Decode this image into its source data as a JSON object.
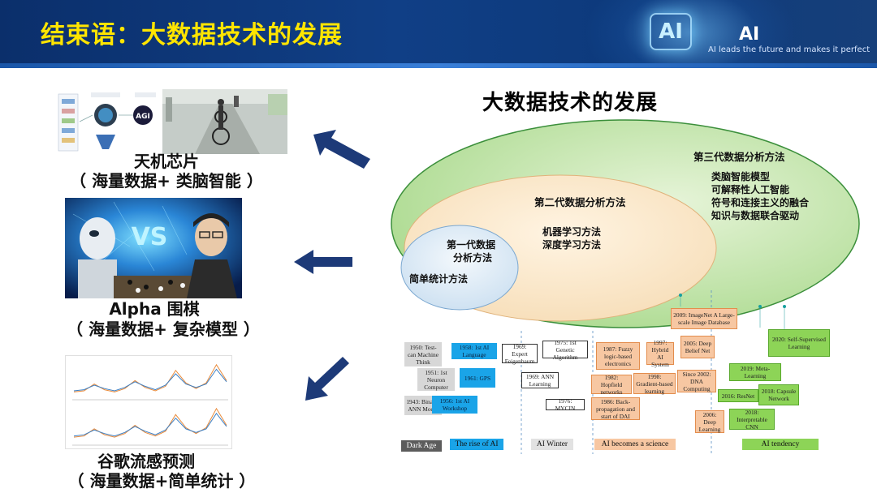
{
  "header": {
    "title": "结束语：大数据技术的发展",
    "logo_text": "AI",
    "tagline": "AI leads the future and makes it perfect",
    "logo_glyph": "AI"
  },
  "left_panels": [
    {
      "caption_line1": "天机芯片",
      "caption_line2": "（ 海量数据+ 类脑智能 ）"
    },
    {
      "caption_line1": "Alpha 围棋",
      "caption_line2": "（ 海量数据+ 复杂模型 ）"
    },
    {
      "caption_line1": "谷歌流感预测",
      "caption_line2": "（ 海量数据+简单统计 ）"
    }
  ],
  "chip_figure": {
    "agi_label": "AGI"
  },
  "alpha_image": {
    "vs_label": "VS"
  },
  "flu_chart": {
    "chart_data": {
      "type": "line",
      "series": [
        {
          "name": "",
          "values": [
            0.4,
            0.5,
            1.1,
            0.6,
            0.4,
            0.7,
            1.4,
            0.8,
            0.5,
            0.9,
            2.3,
            1.2,
            0.7,
            1.2,
            2.8,
            1.4
          ]
        },
        {
          "name": "",
          "values": [
            0.5,
            0.6,
            1.0,
            0.7,
            0.5,
            0.8,
            1.3,
            0.9,
            0.6,
            1.0,
            2.0,
            1.1,
            0.8,
            1.1,
            2.4,
            1.3
          ]
        }
      ]
    }
  },
  "diagram": {
    "title": "大数据技术的发展",
    "gen3_title": "第三代数据分析方法",
    "gen3_items": [
      "类脑智能模型",
      "可解释性人工智能",
      "符号和连接主义的融合",
      "知识与数据联合驱动"
    ],
    "gen2_title": "第二代数据分析方法",
    "gen2_items": [
      "机器学习方法",
      "深度学习方法"
    ],
    "gen1_title_l1": "第一代数据",
    "gen1_title_l2": "分析方法",
    "gen1_items": [
      "简单统计方法"
    ],
    "colors": {
      "outer_fill": "#b9e0a8",
      "mid_fill": "#fbe7c8",
      "inner_fill": "#dbeaf7",
      "outer_stroke": "#3b8f3b"
    }
  },
  "timeline": {
    "events": [
      {
        "label": "1950: Test-can Machine Think"
      },
      {
        "label": "1951: 1st Neuron Computer"
      },
      {
        "label": "1943: Binary-ANN Model"
      },
      {
        "label": "1958: 1st AI Language"
      },
      {
        "label": "1961: GPS"
      },
      {
        "label": "1956: 1st AI Workshop"
      },
      {
        "label": "1969: Expert Feigenbaum"
      },
      {
        "label": "1975: 1st Genetic Algorithm"
      },
      {
        "label": "1969: ANN Learning"
      },
      {
        "label": "1976: MYCIN"
      },
      {
        "label": "1987: Fuzzy logic-based electronics"
      },
      {
        "label": "1997: Hybrid AI System"
      },
      {
        "label": "1982: Hopfield networks"
      },
      {
        "label": "1998: Gradient-based learning"
      },
      {
        "label": "1986: Back-propagation and start of DAI"
      },
      {
        "label": "2009: ImageNet A Large-scale Image Database"
      },
      {
        "label": "2005: Deep Belief Net"
      },
      {
        "label": "Since 2002: DNA Computing"
      },
      {
        "label": "2006: Deep Learning"
      },
      {
        "label": "2020: Self-Supervised Learning"
      },
      {
        "label": "2019: Meta-Learning"
      },
      {
        "label": "2016: ResNet"
      },
      {
        "label": "2018: Capsule Network"
      },
      {
        "label": "2018: Interpretable CNN"
      }
    ],
    "eras": [
      "Dark Age",
      "The rise of AI",
      "AI Winter",
      "AI becomes a science",
      "AI tendency"
    ]
  }
}
